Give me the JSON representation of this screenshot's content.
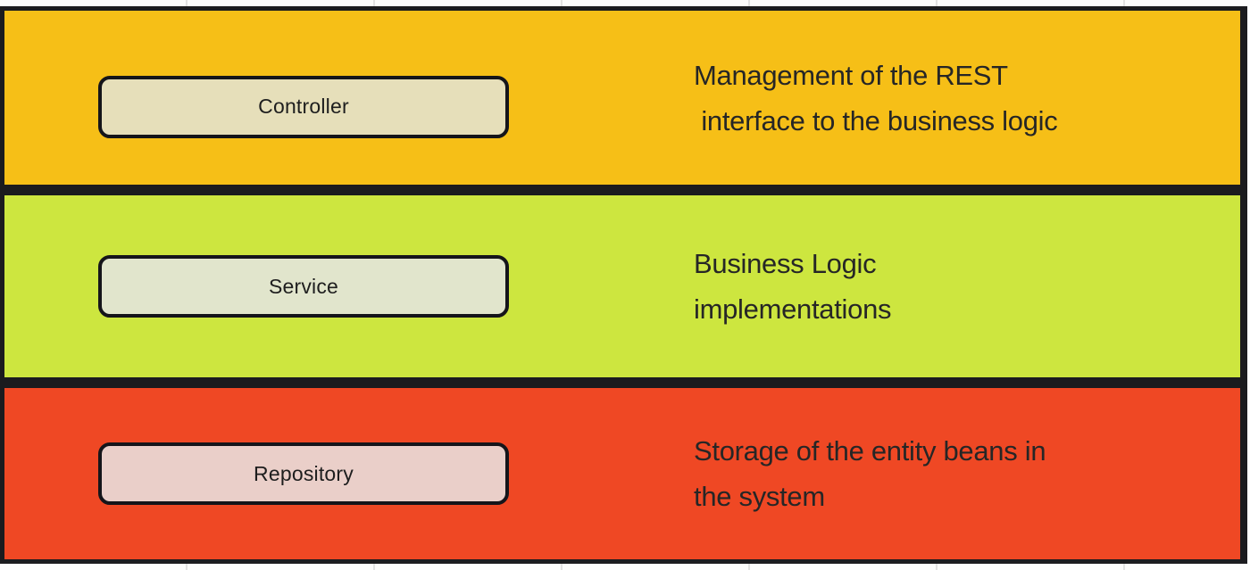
{
  "diagram": {
    "type": "layered-architecture",
    "frame_color": "#1b1b1e",
    "box_border_color": "#15151a",
    "description_text_color": "#262626"
  },
  "layers": [
    {
      "id": "controller",
      "label": "Controller",
      "band_color": "#f6bf17",
      "box_color": "#e6dfba",
      "desc_line1": "Management of the REST",
      "desc_line2": " interface to the business logic"
    },
    {
      "id": "service",
      "label": "Service",
      "band_color": "#cde63f",
      "box_color": "#e1e5cc",
      "desc_line1": "Business Logic",
      "desc_line2": "implementations"
    },
    {
      "id": "repository",
      "label": "Repository",
      "band_color": "#ef4824",
      "box_color": "#eacfc9",
      "desc_line1": "Storage of the entity beans in",
      "desc_line2": "the system"
    }
  ]
}
